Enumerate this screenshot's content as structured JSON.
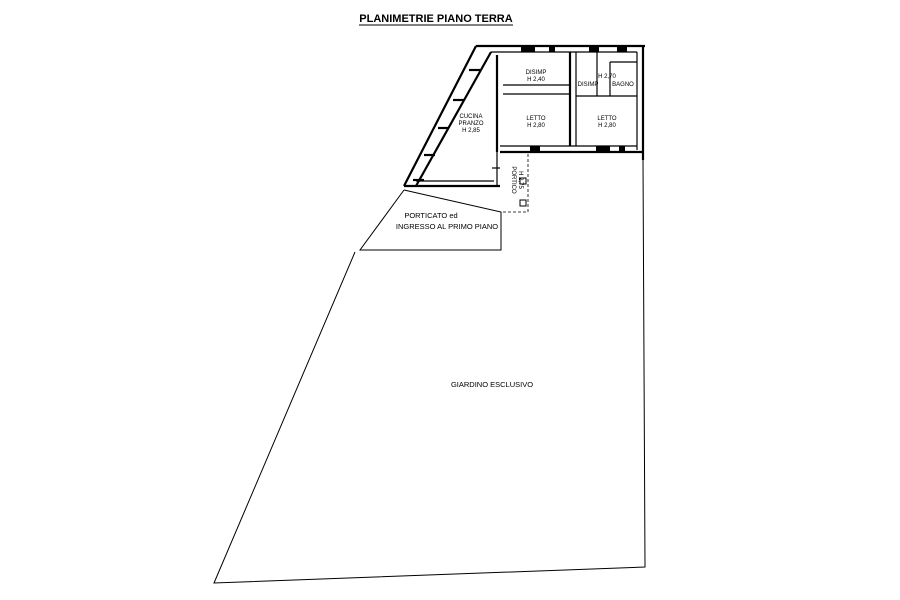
{
  "title": "PLANIMETRIE PIANO TERRA",
  "rooms": {
    "disimpegno_1": {
      "name": "DISIMP",
      "height": "H 2,40"
    },
    "disimpegno_2": {
      "name": "DISIMP"
    },
    "bagno": {
      "name": "BAGNO",
      "height": "H 2,70"
    },
    "cucina": {
      "name_1": "CUCINA",
      "name_2": "PRANZO",
      "height": "H 2,85"
    },
    "letto_1": {
      "name": "LETTO",
      "height": "H 2,80"
    },
    "letto_2": {
      "name": "LETTO",
      "height": "H 2,80"
    },
    "portico": {
      "name": "PORTICO",
      "height": "H 2,75"
    }
  },
  "areas": {
    "porticato_line1": "PORTICATO ed",
    "porticato_line2": "INGRESSO AL PRIMO PIANO",
    "giardino": "GIARDINO ESCLUSIVO"
  }
}
